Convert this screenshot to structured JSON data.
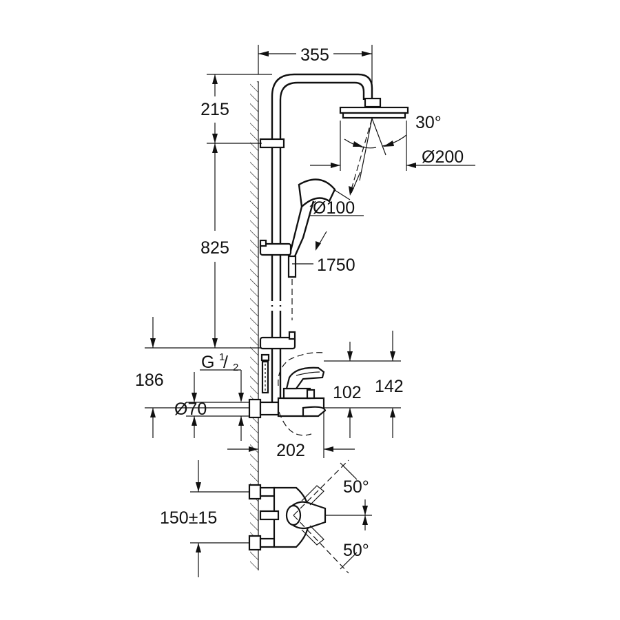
{
  "dimensions": {
    "top_width": "355",
    "top_height": "215",
    "rail_height": "825",
    "head_angle": "30°",
    "head_diameter": "Ø200",
    "hand_diameter": "Ø100",
    "hose_length": "1750",
    "thread_prefix": "G",
    "thread_num": "1",
    "thread_den": "2",
    "mixer_height": "186",
    "escutcheon_diameter": "Ø70",
    "spout_height_1": "102",
    "spout_height_2": "142",
    "spout_projection": "202",
    "lever_angle_top": "50°",
    "connection_spacing": "150±15",
    "lever_angle_bottom": "50°"
  }
}
